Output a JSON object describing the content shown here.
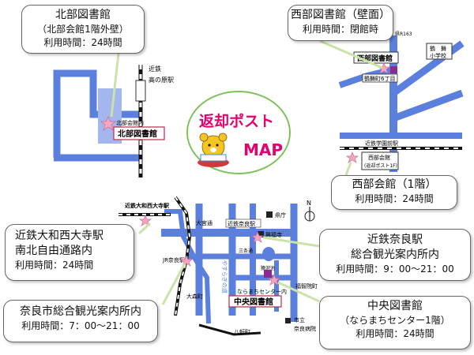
{
  "center": {
    "title": "返却ポスト",
    "subtitle": "MAP"
  },
  "callouts": {
    "north": {
      "name": "北部図書館",
      "detail": "（北部会館1階外壁）",
      "hours": "利用時間：24時間"
    },
    "west": {
      "name": "西部図書館（壁面）",
      "hours": "利用時間：閉館時"
    },
    "west_hall": {
      "name": "西部会館（1階）",
      "hours": "利用時間：24時間"
    },
    "saidaiji": {
      "name": "近鉄大和西大寺駅",
      "detail": "南北自由通路内",
      "hours": "利用時間：24時間"
    },
    "kintetsu_nara": {
      "name": "近鉄奈良駅",
      "detail": "総合観光案内所内",
      "hours": "利用時間：9：00～21：00"
    },
    "central": {
      "name": "中央図書館",
      "detail": "（ならまちセンター1階）",
      "hours": "利用時間：24時間"
    },
    "city_tourism": {
      "name": "奈良市総合観光案内所内",
      "hours": "利用時間：7：00～21：00"
    }
  },
  "map_labels": {
    "north": {
      "station": "近鉄",
      "station2": "高の原駅",
      "building_sub": "北部会館内",
      "building": "北部図書館"
    },
    "west": {
      "route": "県R163",
      "library": "西部図書館",
      "school1": "鶴　舞",
      "school2": "小学校",
      "floor": "鶴舞町6丁目",
      "station": "近鉄学園前駅",
      "hall": "西部会館",
      "hall_sub": "(返却ポスト1F)"
    },
    "central": {
      "saidaiji": "近鉄大和西大寺駅",
      "omiya": "大宮通",
      "kintetsu": "近鉄奈良駅",
      "prefecture": "県庁",
      "kofukuji": "興福寺",
      "sanjo": "三条通",
      "yasuragi": "やすらぎの道",
      "sarusawa": "猿沢池",
      "nara_station": "JR奈良駅",
      "fukuchiin": "福智院町",
      "omiyacho": "大森町",
      "hasshi": "八軒町",
      "center_sub": "ならまちセンター内",
      "center": "中央図書館",
      "hospital1": "市立",
      "hospital2": "奈良病院",
      "compass": "N"
    }
  }
}
